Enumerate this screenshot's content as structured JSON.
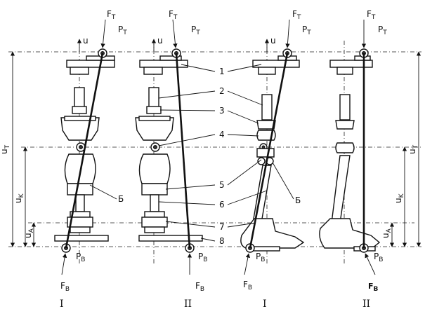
{
  "labels": {
    "force_top": "F",
    "force_top_sub": "T",
    "point_top": "P",
    "point_top_sub": "T",
    "force_bottom": "F",
    "force_bottom_sub": "B",
    "point_bottom": "P",
    "point_bottom_sub": "B",
    "axis_u": "u",
    "dim_total": "u",
    "dim_total_sub": "T",
    "dim_knee": "u",
    "dim_knee_sub": "K",
    "dim_ankle": "u",
    "dim_ankle_sub": "A",
    "letter_b": "Б"
  },
  "part_numbers": [
    "1",
    "2",
    "3",
    "4",
    "5",
    "6",
    "7",
    "8"
  ],
  "views": [
    "I",
    "II",
    "I",
    "II"
  ]
}
